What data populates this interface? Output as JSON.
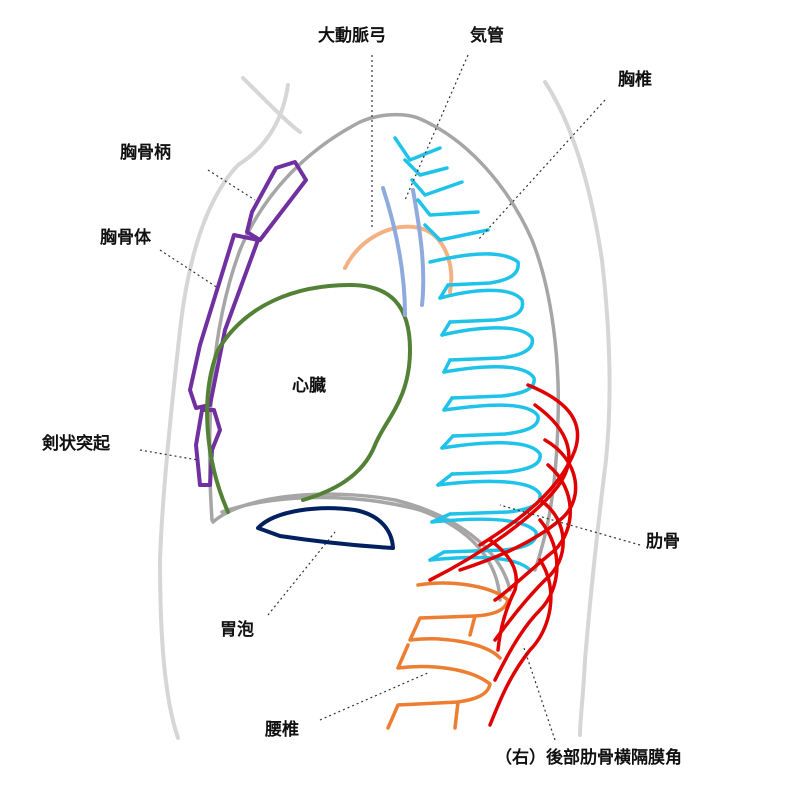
{
  "labels": {
    "aortic_arch": "大動脈弓",
    "trachea": "気管",
    "thoracic_vertebrae": "胸椎",
    "manubrium": "胸骨柄",
    "sternum_body": "胸骨体",
    "heart": "心臓",
    "xiphoid": "剣状突起",
    "ribs": "肋骨",
    "gastric_bubble": "胃泡",
    "lumbar_vertebrae": "腰椎",
    "costophrenic_angle": "（右）後部肋骨横隔膜角"
  },
  "colors": {
    "body_outline": "#d6d6d6",
    "diaphragm": "#a6a6a6",
    "sternum": "#7030a0",
    "heart": "#538135",
    "aorta": "#f4b183",
    "trachea": "#8faadc",
    "thoracic_spine": "#1fc3ea",
    "lumbar_spine": "#ed7d31",
    "ribs": "#e00000",
    "gastric_bubble": "#002060"
  }
}
